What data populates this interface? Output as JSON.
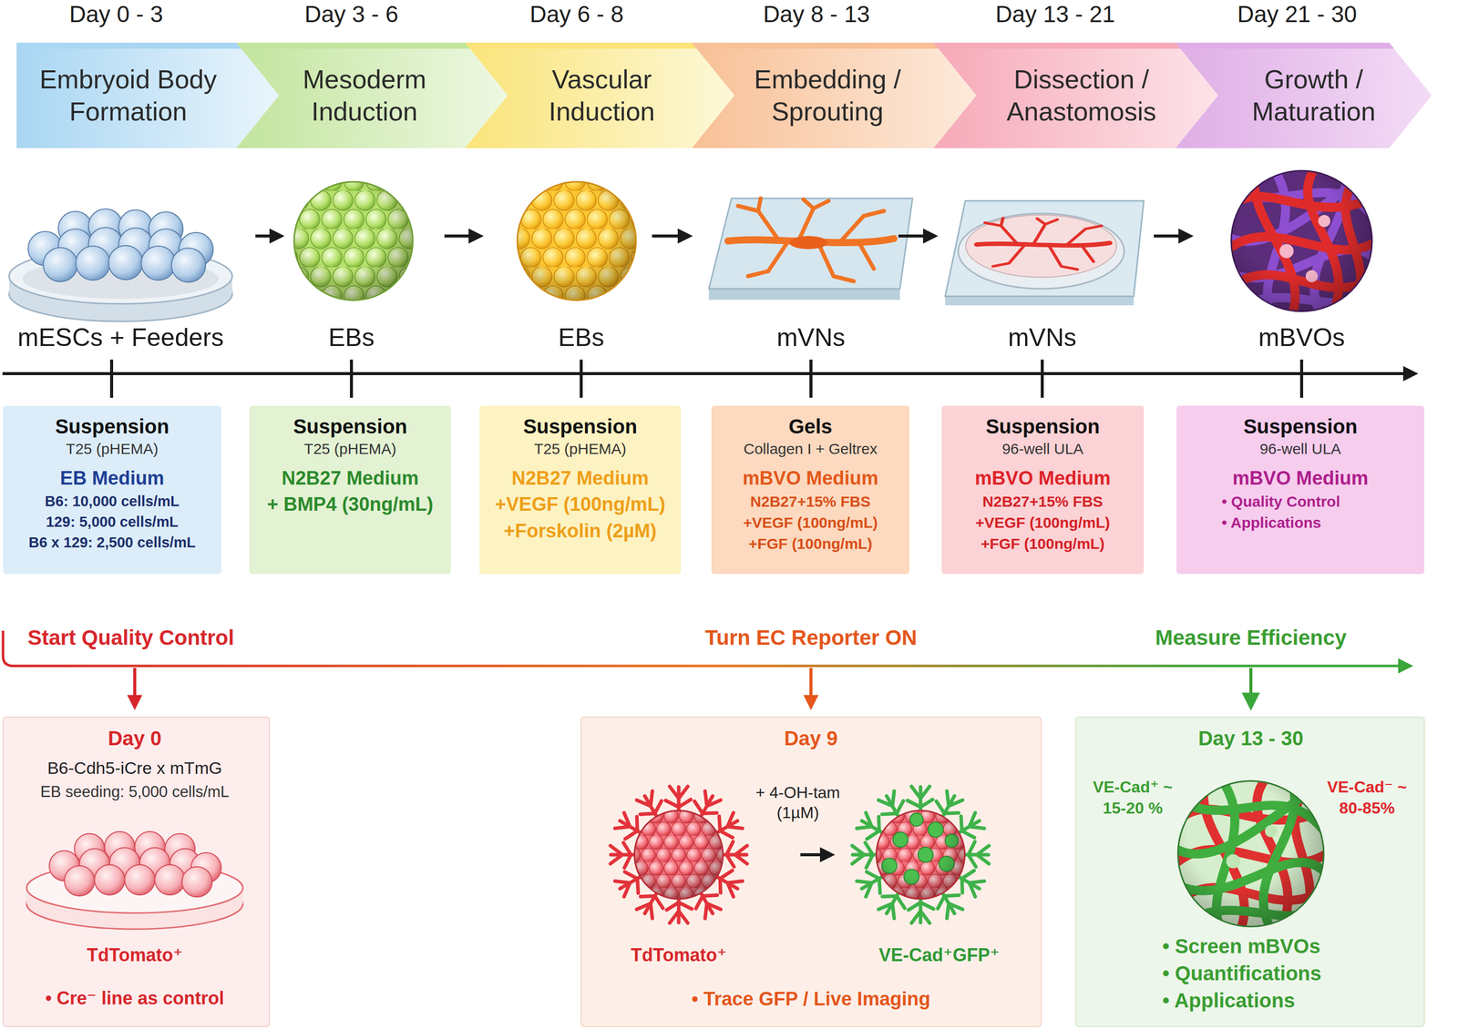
{
  "diagram": {
    "nodes": [
      {
        "text": [
          "Day 0 - 3",
          "Embryoid Body Formation"
        ]
      },
      {
        "text": [
          "Day 3 - 6",
          "Mesoderm Induction"
        ]
      },
      {
        "text": [
          "Day 6 - 8",
          "Vascular Induction"
        ]
      },
      {
        "text": [
          "Day 8 - 13",
          "Embedding / Sprouting"
        ]
      },
      {
        "text": [
          "Day 13 - 21",
          "Dissection / Anastomosis"
        ]
      },
      {
        "text": [
          "Day 21 - 30",
          "Growth / Maturation"
        ]
      },
      {
        "text": [
          "Suspension",
          "T25 (pHEMA)",
          "EB Medium",
          "B6: 10,000 cells/mL",
          "129: 5,000 cells/mL",
          "B6 x 129: 2,500 cells/mL"
        ]
      },
      {
        "text": [
          "Suspension",
          "T25 (pHEMA)",
          "N2B27 Medium",
          "+ BMP4 (30ng/mL)"
        ]
      },
      {
        "text": [
          "Suspension",
          "T25 (pHEMA)",
          "N2B27 Medium",
          "+VEGF (100ng/mL)",
          "+Forskolin (2µM)"
        ]
      },
      {
        "text": [
          "Gels",
          "Collagen I + Geltrex",
          "mBVO Medium",
          "N2B27+15% FBS",
          "+VEGF (100ng/mL)",
          "+FGF (100ng/mL)"
        ]
      },
      {
        "text": [
          "Suspension",
          "96-well ULA",
          "mBVO Medium",
          "N2B27+15% FBS",
          "+VEGF (100ng/mL)",
          "+FGF (100ng/mL)"
        ]
      },
      {
        "text": [
          "Suspension",
          "96-well ULA",
          "mBVO Medium",
          "• Quality Control",
          "• Applications"
        ]
      },
      {
        "text": [
          "Day 0",
          "B6-Cdh5-iCre x mTmG",
          "EB seeding: 5,000 cells/mL",
          "TdTomato⁺",
          "• Cre⁻ line as control"
        ]
      },
      {
        "text": [
          "Day 9",
          "+ 4-OH-tam (1µM)",
          "TdTomato⁺",
          "VE-Cad⁺GFP⁺",
          "• Trace GFP / Live Imaging"
        ]
      },
      {
        "text": [
          "Day 13 - 30",
          "VE-Cad⁺ ~ 15-20 %",
          "VE-Cad⁻ ~ 80-85%",
          "• Screen mBVOs",
          "• Quantifications",
          "• Applications"
        ]
      }
    ],
    "labels": [
      "mESCs + Feeders",
      "EBs",
      "EBs",
      "mVNs",
      "mVNs",
      "mBVOs",
      "Start Quality Control",
      "Turn EC Reporter ON",
      "Measure Efficiency"
    ]
  }
}
